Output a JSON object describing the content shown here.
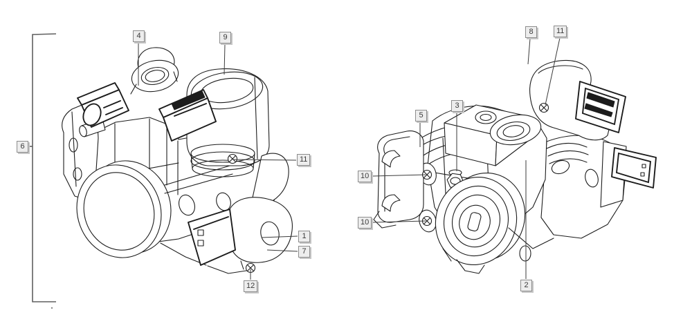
{
  "diagram": {
    "kind": "technical-parts-illustration",
    "views": {
      "left": {
        "name": "throttle-body-front-left-view"
      },
      "right": {
        "name": "throttle-body-front-right-view"
      }
    }
  },
  "colors": {
    "background": "#ffffff",
    "drawing_line": "#1c1c1c",
    "leader_line": "#3a3a3a",
    "bracket_line": "#5f5f5f",
    "label_fill": "#ededed",
    "label_border": "#8c8c8c",
    "label_shadow": "#c6c6c6",
    "label_text": "#3a3a3a"
  },
  "callouts": {
    "left_4": {
      "label": "4"
    },
    "left_9": {
      "label": "9"
    },
    "left_6": {
      "label": "6"
    },
    "left_11": {
      "label": "11"
    },
    "left_1": {
      "label": "1"
    },
    "left_7": {
      "label": "7"
    },
    "left_12": {
      "label": "12"
    },
    "right_8": {
      "label": "8"
    },
    "right_11": {
      "label": "11"
    },
    "right_5": {
      "label": "5"
    },
    "right_3": {
      "label": "3"
    },
    "right_10a": {
      "label": "10"
    },
    "right_10b": {
      "label": "10"
    },
    "right_2": {
      "label": "2"
    }
  }
}
